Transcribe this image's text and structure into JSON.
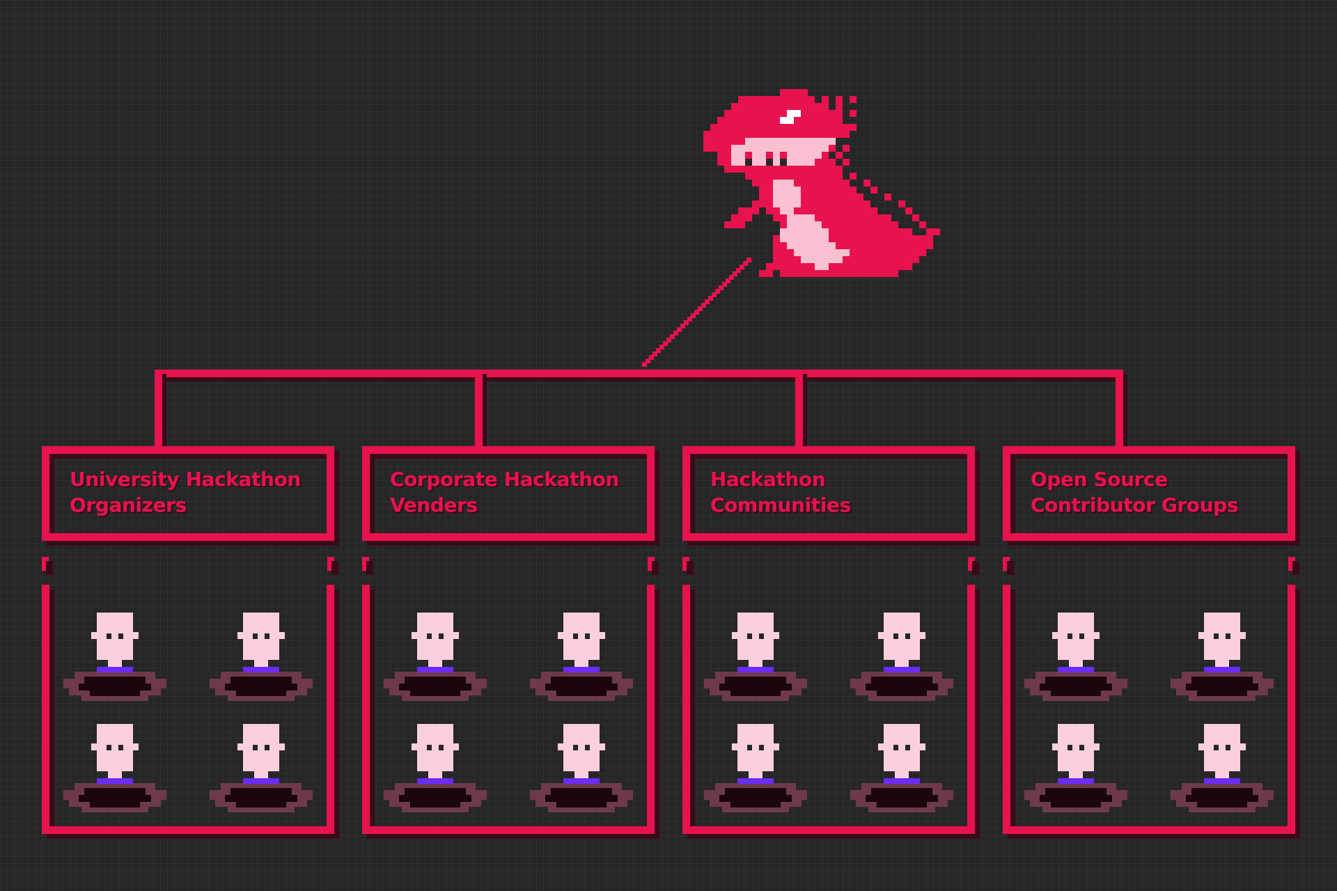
{
  "colors": {
    "background": "#262626",
    "grid": "#2e2e2e",
    "accent": "#e8124f",
    "accent_shadow": "#3a0a18",
    "dino_belly": "#f8c0d0",
    "dino_eye": "#ffffff",
    "person_skin": "#fbd0dc",
    "person_eye": "#262626",
    "person_collar": "#6a2cff",
    "seat_outer": "#6e3a4a",
    "seat_inner": "#1a060c"
  },
  "mascot": {
    "icon": "pixel-dinosaur-icon",
    "holds": "leash"
  },
  "groups": [
    {
      "name": "University Hackathon Organizers",
      "label_lines": [
        "University Hackathon",
        "Organizers"
      ],
      "member_count": 4
    },
    {
      "name": "Corporate Hackathon Venders",
      "label_lines": [
        "Corporate Hackathon",
        "Venders"
      ],
      "member_count": 4
    },
    {
      "name": "Hackathon Communities",
      "label_lines": [
        "Hackathon",
        "Communities"
      ],
      "member_count": 4
    },
    {
      "name": "Open Source Contributor Groups",
      "label_lines": [
        "Open Source",
        "Contributor Groups"
      ],
      "member_count": 4
    }
  ],
  "member_icon": "pixel-person-icon"
}
